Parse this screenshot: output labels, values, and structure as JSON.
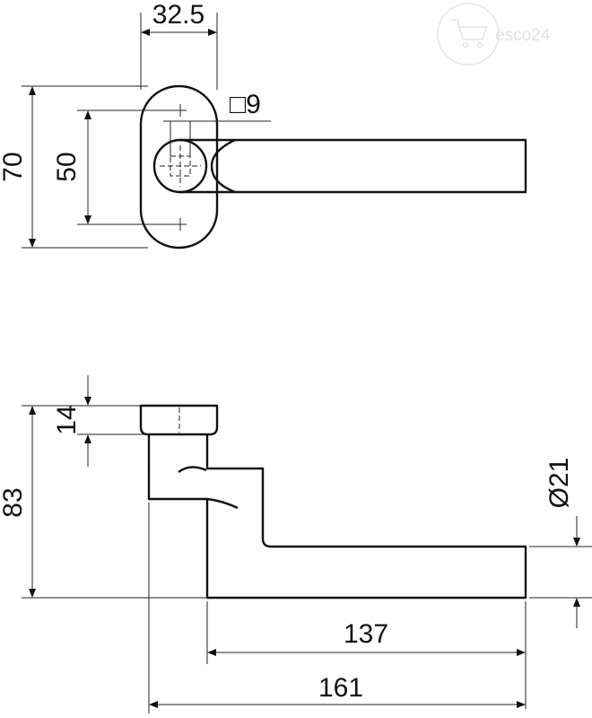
{
  "watermark": {
    "text": "esco24",
    "icon": "shopping-cart-icon"
  },
  "top_view": {
    "width_label": "32.5",
    "square_label": "□9",
    "height_outer_label": "70",
    "height_inner_label": "50"
  },
  "side_view": {
    "rose_height_label": "14",
    "total_height_label": "83",
    "diameter_label": "Ø21",
    "lever_length_label": "137",
    "total_length_label": "161"
  }
}
